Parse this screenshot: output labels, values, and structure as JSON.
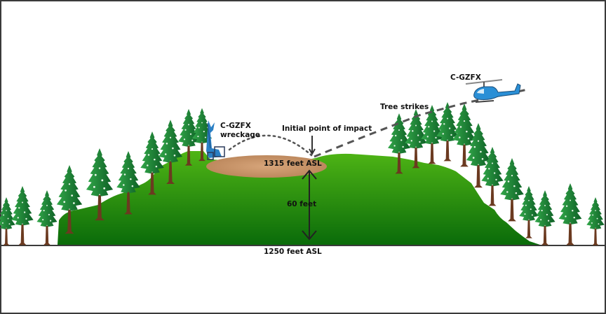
{
  "diagram": {
    "type": "terrain-profile",
    "labels": {
      "helicopter_registration": "C-GZFX",
      "wreckage_line1": "C-GZFX",
      "wreckage_line2": "wreckage",
      "initial_impact": "Initial point of impact",
      "tree_strikes": "Tree strikes",
      "summit_elevation": "1315 feet ASL",
      "height_difference": "60 feet",
      "base_elevation": "1250 feet ASL"
    },
    "elevations_ft_asl": {
      "summit": 1315,
      "base": 1250
    },
    "height_difference_ft": 60,
    "colors": {
      "hill_top": "#4caf12",
      "hill_bottom": "#0a6e0a",
      "clearing": "#c8956a",
      "tree_foliage": "#1e8a3c",
      "tree_trunk": "#6b3a20",
      "helicopter": "#2a8fd6",
      "flight_path": "#555555",
      "arrow": "#222222"
    }
  }
}
